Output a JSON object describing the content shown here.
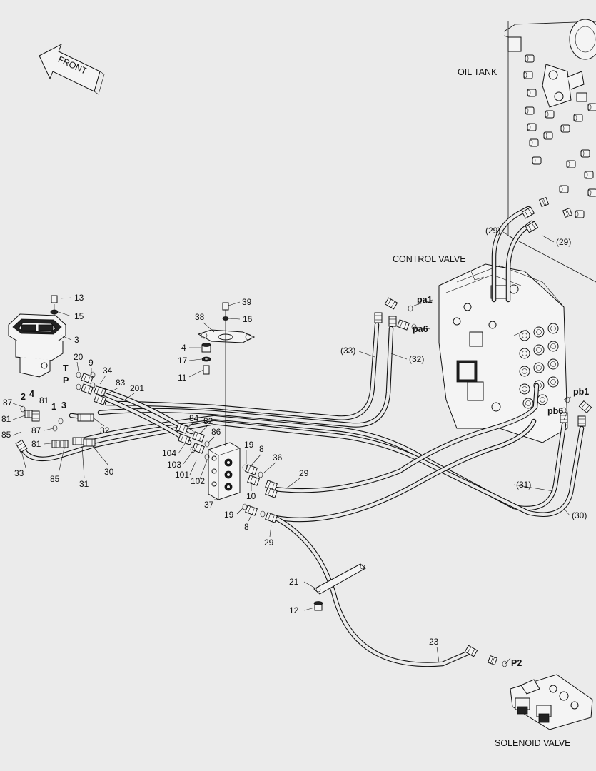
{
  "front_arrow": "FRONT",
  "components": {
    "oil_tank": "OIL TANK",
    "control_valve": "CONTROL VALVE",
    "solenoid_valve": "SOLENOID VALVE"
  },
  "ports": {
    "pa1": "pa1",
    "pa6": "pa6",
    "pb1": "pb1",
    "pb6": "pb6",
    "p2": "P2",
    "t": "T",
    "p": "P",
    "n1": "1",
    "n2": "2",
    "n3": "3",
    "n4": "4"
  },
  "callouts": {
    "c13": "13",
    "c15": "15",
    "c3": "3",
    "c20": "20",
    "c9": "9",
    "c34": "34",
    "c83": "83",
    "c201": "201",
    "c87a": "87",
    "c81a": "81",
    "c81b": "81",
    "c85a": "85",
    "c87b": "87",
    "c81c": "81",
    "c33": "33",
    "c85b": "85",
    "c31": "31",
    "c30": "30",
    "c32": "32",
    "c84": "84",
    "c82": "82",
    "c86": "86",
    "c104": "104",
    "c103": "103",
    "c101": "101",
    "c102": "102",
    "c37": "37",
    "c39": "39",
    "c16": "16",
    "c38": "38",
    "c4": "4",
    "c17": "17",
    "c11": "11",
    "c19a": "19",
    "c8a": "8",
    "c36": "36",
    "c10": "10",
    "c19b": "19",
    "c8b": "8",
    "c29": "29",
    "c29b": "29",
    "c21": "21",
    "c12": "12",
    "c23": "23",
    "h29a": "(29)",
    "h29b": "(29)",
    "h33": "(33)",
    "h32": "(32)",
    "h31": "(31)",
    "h30": "(30)"
  }
}
